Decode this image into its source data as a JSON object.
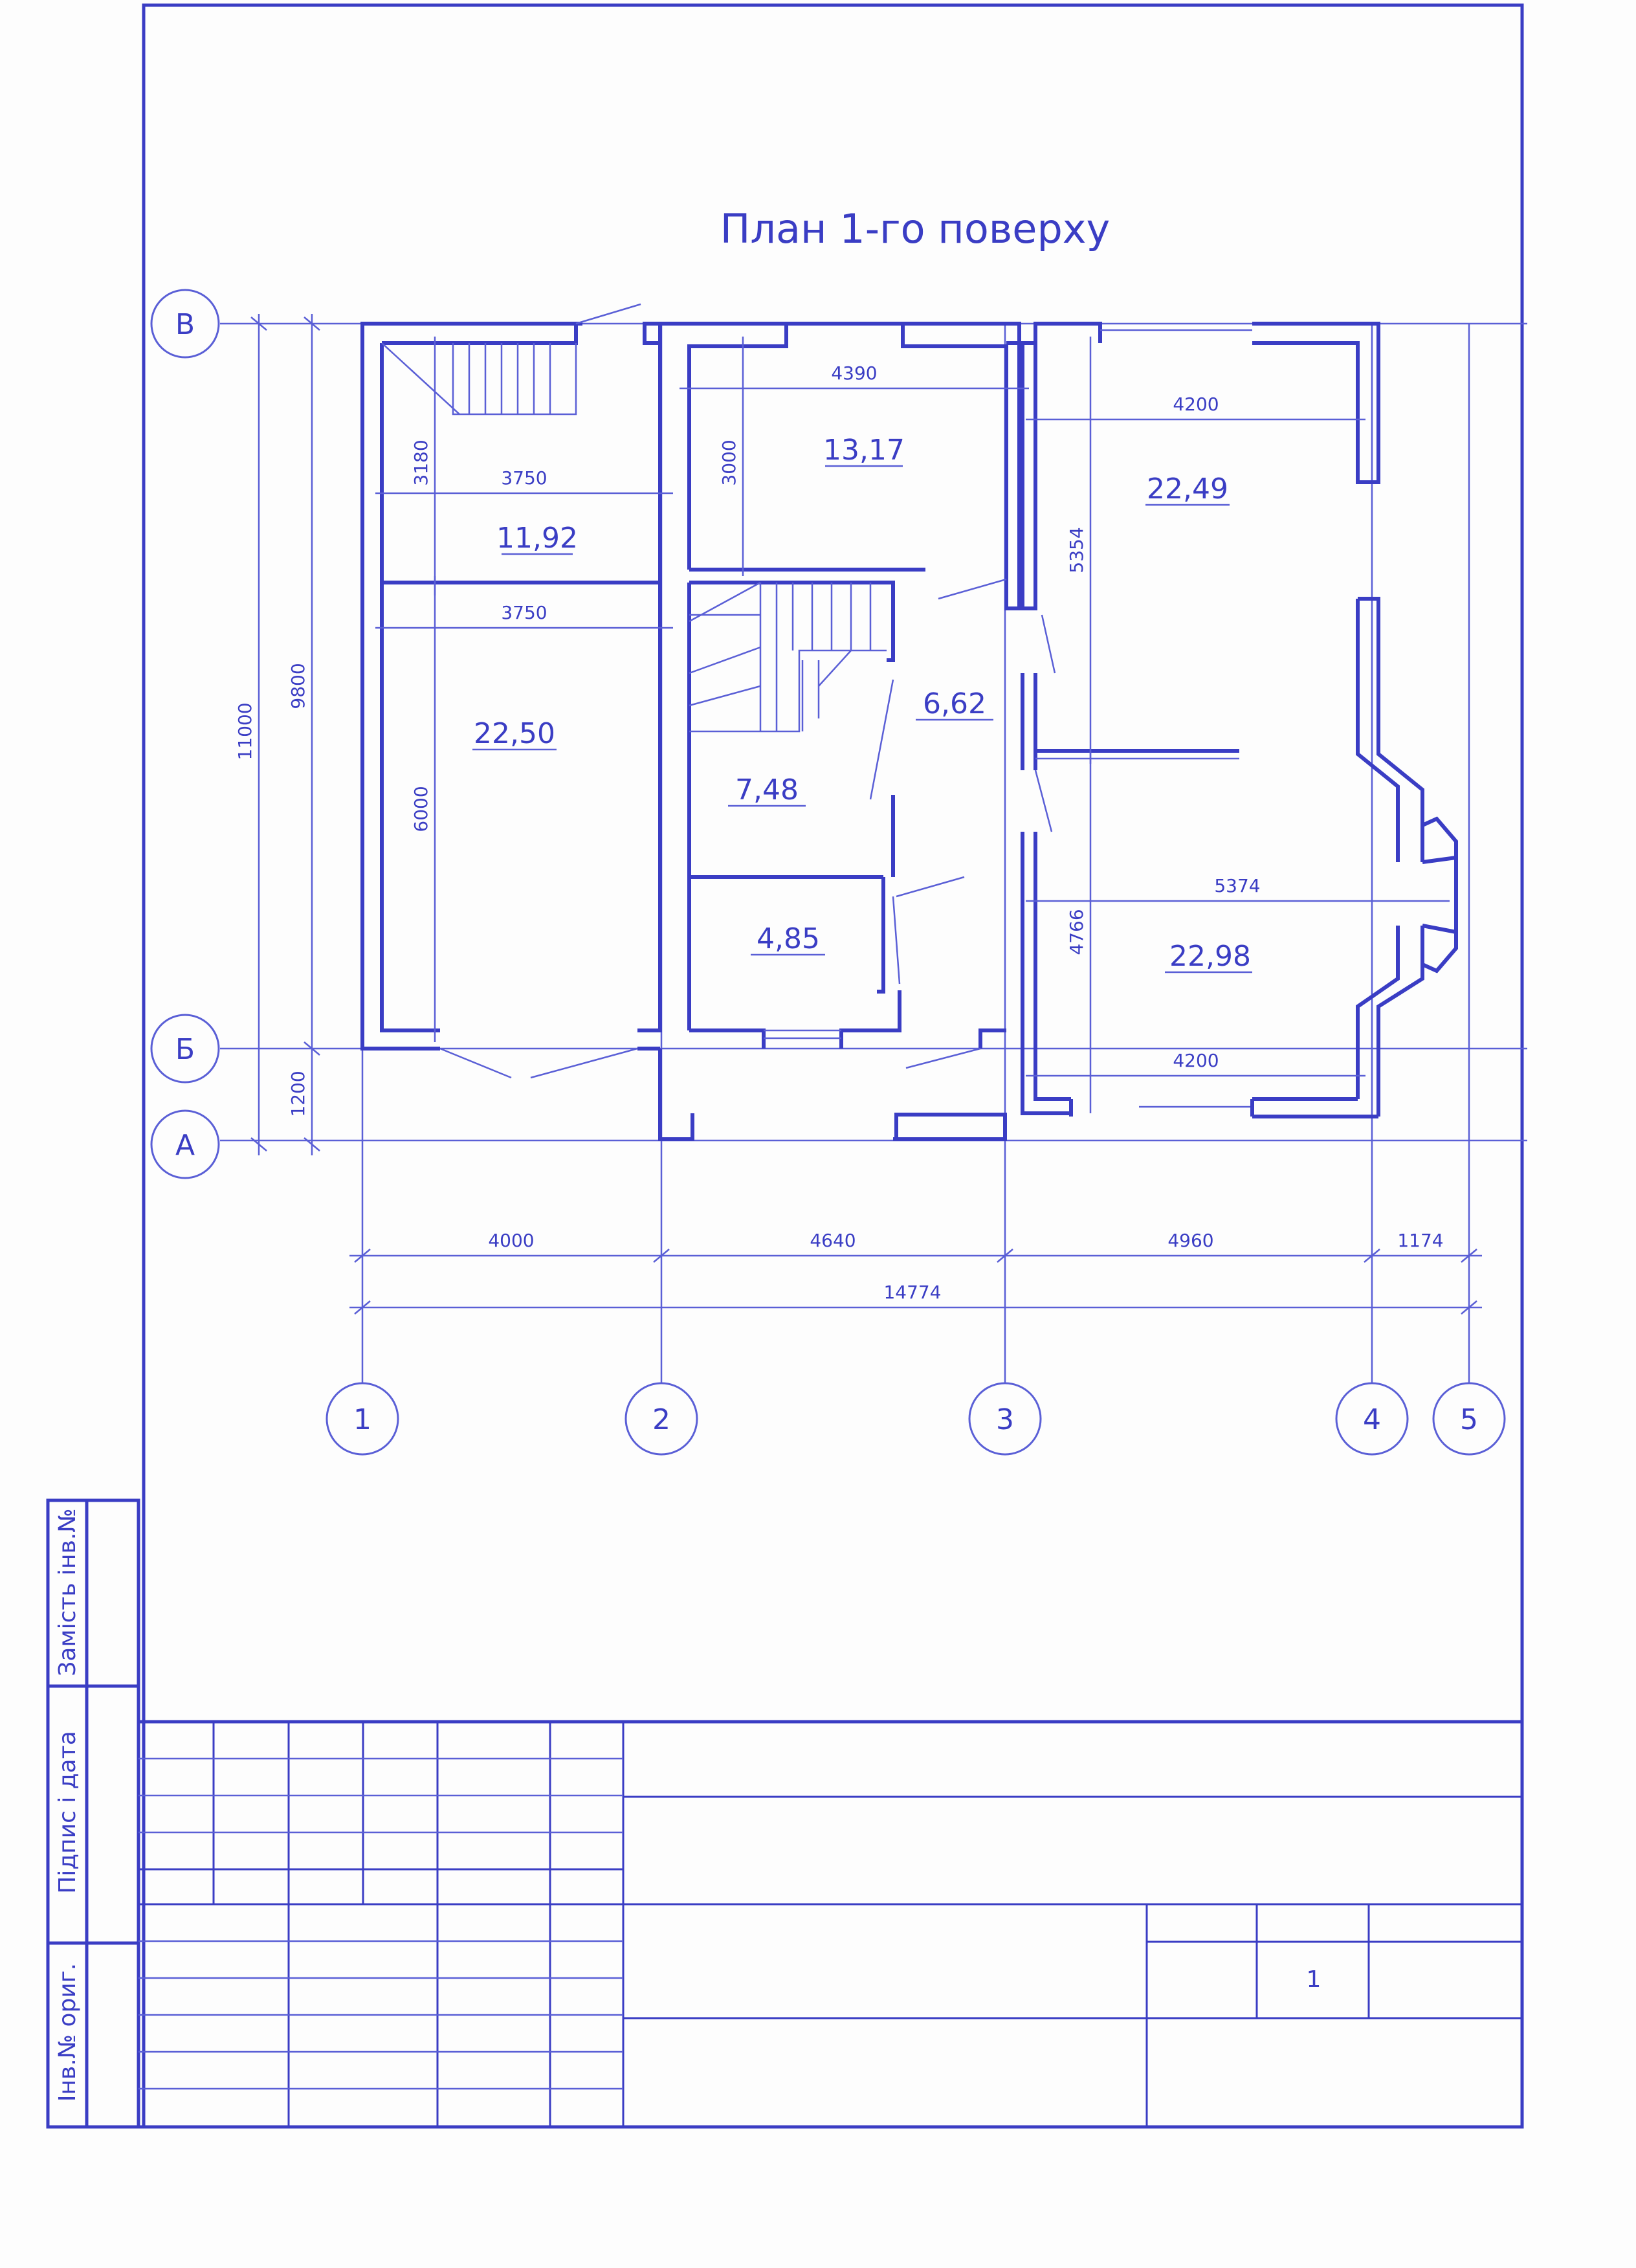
{
  "title": "План 1-го поверху",
  "rooms": [
    {
      "id": "garage",
      "area": "22,50"
    },
    {
      "id": "boiler",
      "area": "11,92"
    },
    {
      "id": "kitchen",
      "area": "13,17"
    },
    {
      "id": "hall",
      "area": "6,62"
    },
    {
      "id": "storage",
      "area": "7,48"
    },
    {
      "id": "bath",
      "area": "4,85"
    },
    {
      "id": "living",
      "area": "22,49"
    },
    {
      "id": "dining",
      "area": "22,98"
    }
  ],
  "dimensions": {
    "overall_width": "14774",
    "bay_1_2": "4000",
    "bay_2_3": "4640",
    "bay_3_4": "4960",
    "bay_4_5": "1174",
    "overall_depth": "11000",
    "depth_v_b": "9800",
    "depth_b_a": "1200",
    "garage_width_top": "3750",
    "garage_width_mid": "3750",
    "garage_upper": "3180",
    "garage_lower": "6000",
    "kitchen_width": "4390",
    "kitchen_depth": "3000",
    "living_width_top": "4200",
    "living_depth": "5354",
    "dining_width_mid": "5374",
    "dining_depth": "4766",
    "dining_width_bottom": "4200"
  },
  "axes": {
    "rows": [
      "В",
      "Б",
      "А"
    ],
    "columns": [
      "1",
      "2",
      "3",
      "4",
      "5"
    ]
  },
  "side_labels": {
    "replaces": "Замість інв.№",
    "sign_date": "Підпис і дата",
    "inv_orig": "Інв.№ ориг."
  },
  "title_block": {
    "sheet_number": "1"
  },
  "colors": {
    "ink": "#3a3dc4",
    "paper": "#fdfdfd"
  }
}
